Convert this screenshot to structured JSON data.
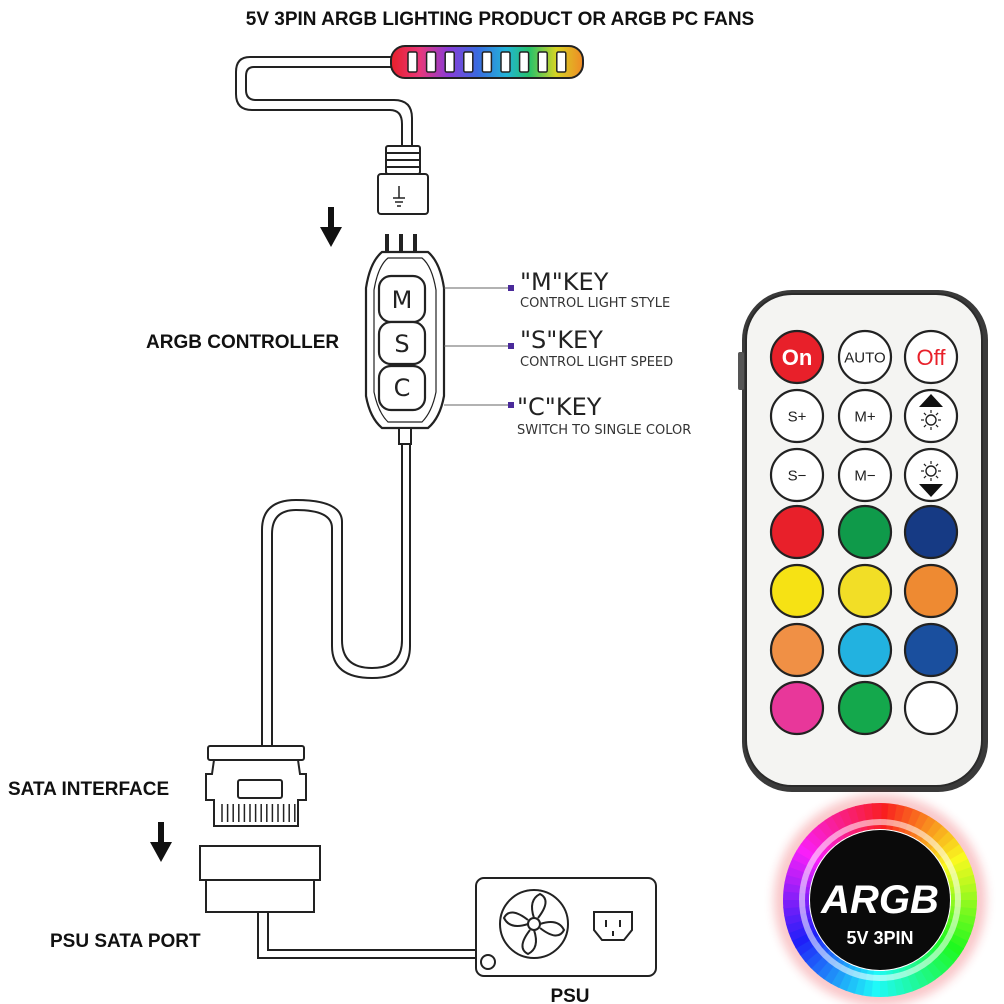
{
  "header": {
    "title": "5V 3PIN ARGB LIGHTING PRODUCT OR ARGB PC FANS"
  },
  "labels": {
    "controller": "ARGB CONTROLLER",
    "sata_interface": "SATA INTERFACE",
    "psu_sata_port": "PSU SATA PORT",
    "psu": "PSU"
  },
  "controller_buttons": [
    {
      "letter": "M"
    },
    {
      "letter": "S"
    },
    {
      "letter": "C"
    }
  ],
  "keys": [
    {
      "title": "\"M\"KEY",
      "desc": "CONTROL LIGHT STYLE"
    },
    {
      "title": "\"S\"KEY",
      "desc": "CONTROL LIGHT SPEED"
    },
    {
      "title": "\"C\"KEY",
      "desc": "SWITCH TO SINGLE COLOR"
    }
  ],
  "remote": {
    "top_row": [
      {
        "label": "On",
        "bg": "#e8202a",
        "fg": "#ffffff"
      },
      {
        "label": "AUTO",
        "bg": "#ffffff",
        "fg": "#222222"
      },
      {
        "label": "Off",
        "bg": "#ffffff",
        "fg": "#e8202a"
      }
    ],
    "row2": [
      {
        "label": "S+"
      },
      {
        "label": "M+"
      },
      {
        "icon": "brightness-up-icon"
      }
    ],
    "row3": [
      {
        "label": "S−"
      },
      {
        "label": "M−"
      },
      {
        "icon": "brightness-down-icon"
      }
    ],
    "color_rows": [
      [
        "#e8202a",
        "#0f9a4a",
        "#163a84"
      ],
      [
        "#f6e214",
        "#f2de26",
        "#ee8a32"
      ],
      [
        "#f09045",
        "#22b2e0",
        "#1a4f9e"
      ],
      [
        "#e8379a",
        "#14a84c",
        "#ffffff"
      ]
    ]
  },
  "badge": {
    "title": "ARGB",
    "subtitle": "5V 3PIN"
  },
  "strip_colors": [
    "#e8202a",
    "#e8377a",
    "#b33cc8",
    "#4a5ae0",
    "#21a8e0",
    "#22c07a",
    "#a6d22a",
    "#f0c020",
    "#f08a25"
  ]
}
